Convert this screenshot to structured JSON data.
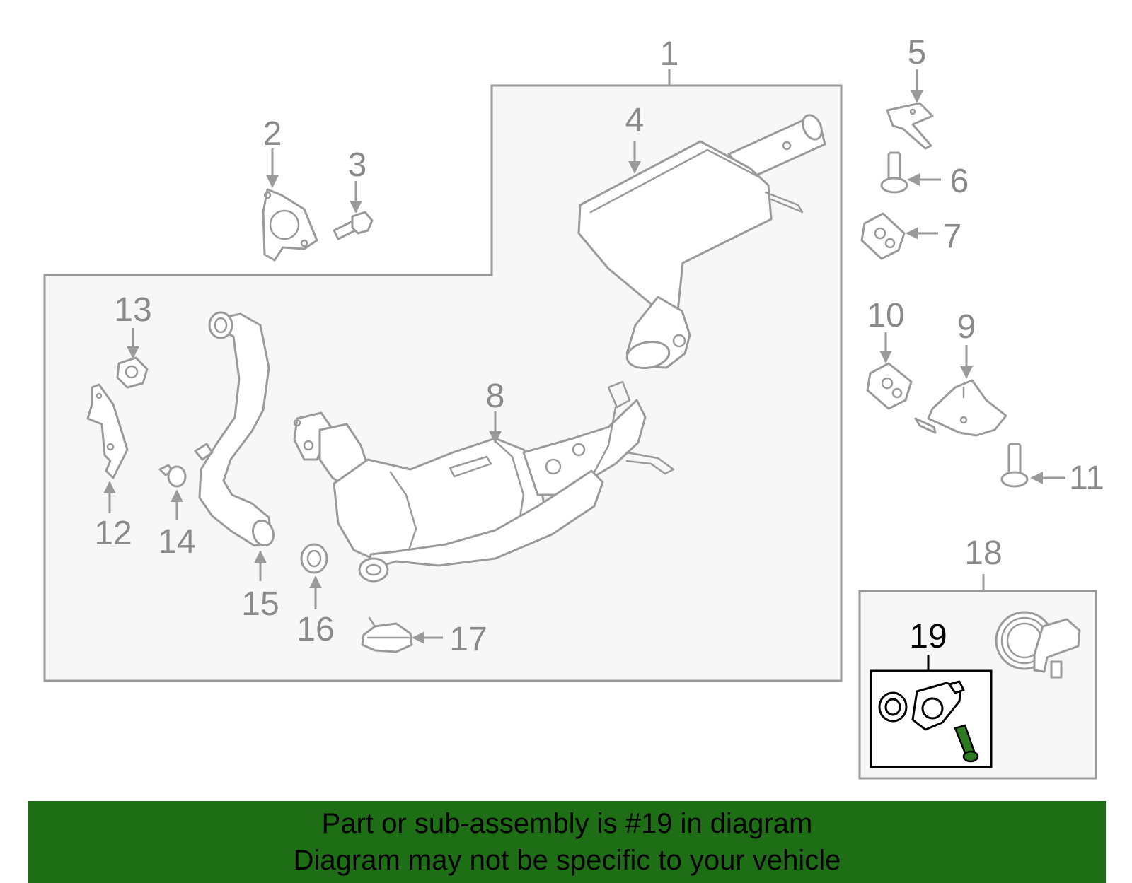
{
  "callouts": {
    "c1": "1",
    "c2": "2",
    "c3": "3",
    "c4": "4",
    "c5": "5",
    "c6": "6",
    "c7": "7",
    "c8": "8",
    "c9": "9",
    "c10": "10",
    "c11": "11",
    "c12": "12",
    "c13": "13",
    "c14": "14",
    "c15": "15",
    "c16": "16",
    "c17": "17",
    "c18": "18",
    "c19": "19"
  },
  "banner": {
    "line1": "Part or sub-assembly is #19 in diagram",
    "line2": "Diagram may not be specific to your vehicle"
  },
  "colors": {
    "banner_bg": "#1e6e16",
    "line_art": "#9a9a9a",
    "highlight_part": "#2d7a22",
    "panel_bg": "#f7f7f7"
  }
}
